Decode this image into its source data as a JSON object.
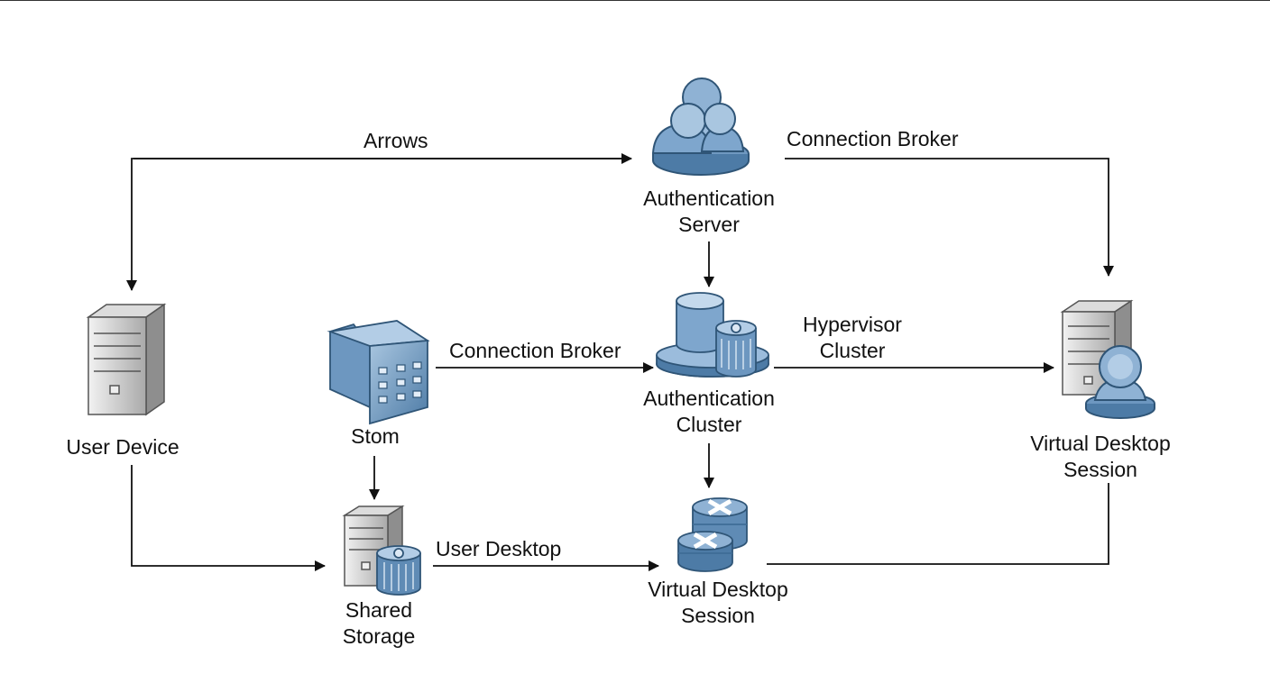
{
  "nodes": {
    "user_device": "User Device",
    "auth_server": "Authentication\nServer",
    "stom": "Stom",
    "auth_cluster": "Authentication\nCluster",
    "vds_right": "Virtual Desktop\nSession",
    "shared_storage": "Shared\nStorage",
    "vds_bottom": "Virtual Desktop\nSession"
  },
  "edges": {
    "arrows": "Arrows",
    "broker_top": "Connection Broker",
    "broker_mid": "Connection Broker",
    "hypervisor": "Hypervisor\nCluster",
    "user_desktop": "User Desktop"
  },
  "colors": {
    "blue_fill": "#7fa6c9",
    "blue_dark": "#3f6d96",
    "blue_light": "#b8d0e6",
    "gray_fill": "#c9c9c9",
    "gray_dark": "#8a8a8a",
    "line": "#111111"
  },
  "icons": {
    "user_device": "server-tower-icon",
    "auth_server": "user-group-icon",
    "stom": "building-icon",
    "auth_cluster": "database-cluster-icon",
    "vds_right": "server-user-icon",
    "shared_storage": "storage-server-icon",
    "vds_bottom": "database-stack-icon"
  }
}
